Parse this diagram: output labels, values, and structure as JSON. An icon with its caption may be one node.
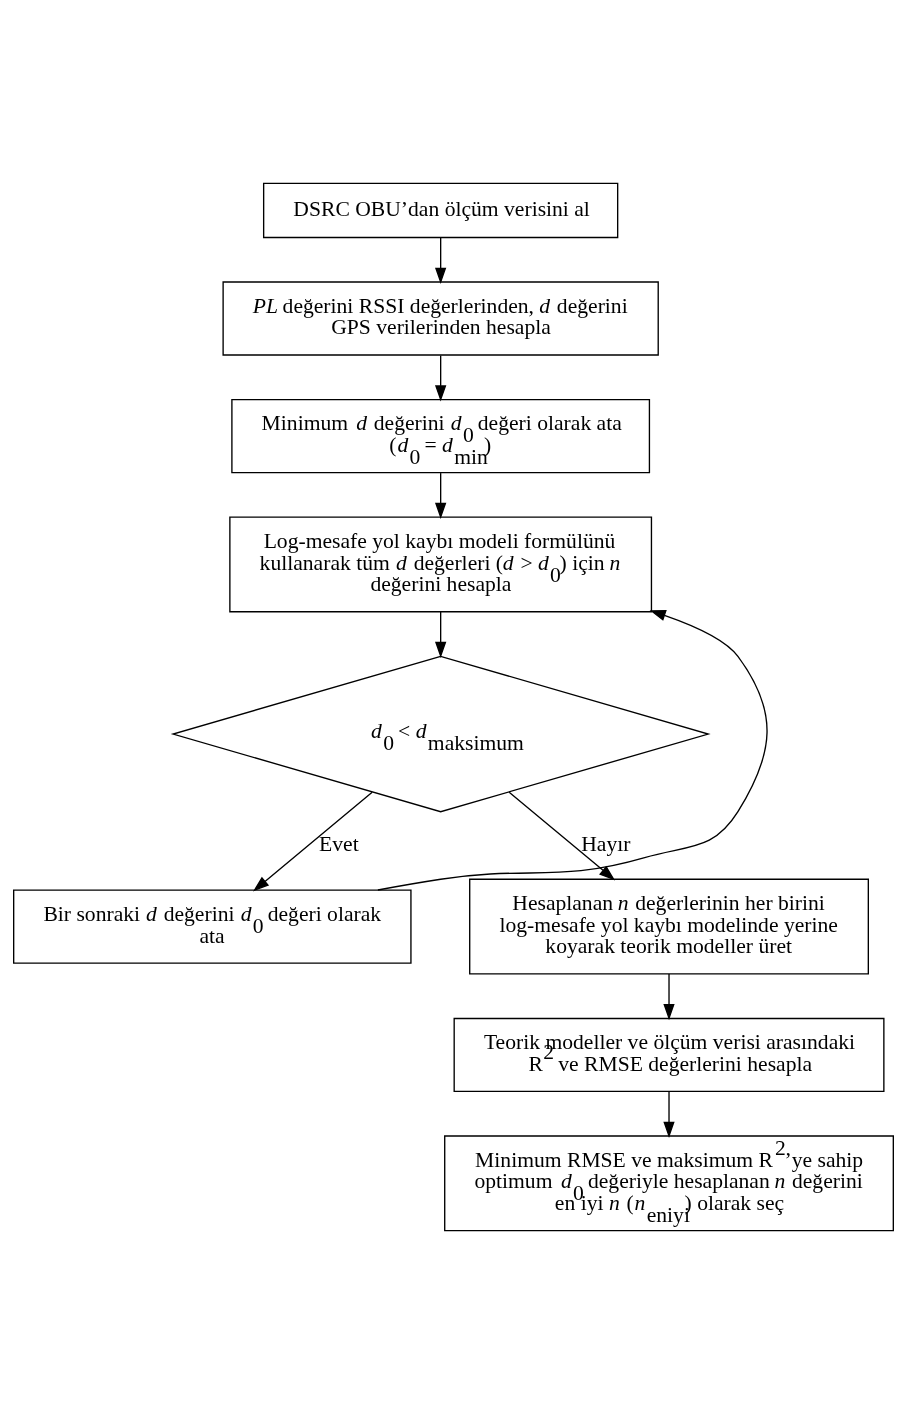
{
  "diagram": {
    "nodes": [
      {
        "text": [
          "DSRC OBU’dan ölçüm verisini al"
        ]
      },
      {
        "text": [
          "*PL* değerini RSSI değerlerinden, *d* değerini GPS verilerinden hesapla"
        ]
      },
      {
        "text": [
          "Minimum *d* değerini *d*$_{0}$ değeri olarak ata (*d*$_{0}$ = *d*$_{min}$)"
        ]
      },
      {
        "text": [
          "Log-mesafe yol kaybı modeli formülünü kullanarak tüm *d* değerleri (*d* > *d*$_{0}$) için *n* değerini hesapla"
        ]
      },
      {
        "text": [
          "*d*$_{0}$ < *d*$_{maksimum}$"
        ]
      },
      {
        "text": [
          "Bir sonraki *d* değerini *d*$_{0}$ değeri olarak ata"
        ]
      },
      {
        "text": [
          "Hesaplanan *n* değerlerinin her birini log-mesafe yol kaybı modelinde yerine koyarak teorik modeller üret"
        ]
      },
      {
        "text": [
          "Teorik modeller ve ölçüm verisi arasındaki R$^{2}$ ve RMSE değerlerini hesapla"
        ]
      },
      {
        "text": [
          "Minimum RMSE ve maksimum R$^{2}$’ye sahip optimum *d*$_{0}$ değeriyle hesaplanan *n* değerini en iyi *n* (*n*$_{eniyi}$) olarak seç"
        ]
      }
    ],
    "edges": [
      {
        "from": 0,
        "to": 1,
        "arrow": "to"
      },
      {
        "from": 1,
        "to": 2,
        "arrow": "to"
      },
      {
        "from": 2,
        "to": 3,
        "arrow": "to"
      },
      {
        "from": 3,
        "to": 4,
        "arrow": "to"
      },
      {
        "from": 4,
        "to": 5,
        "arrow": "to",
        "label": "Evet"
      },
      {
        "from": 5,
        "to": 3,
        "arrow": "to"
      },
      {
        "from": 4,
        "to": 6,
        "arrow": "to",
        "label": "Hayır"
      },
      {
        "from": 6,
        "to": 7,
        "arrow": "to"
      },
      {
        "from": 7,
        "to": 8,
        "arrow": "to"
      }
    ]
  }
}
